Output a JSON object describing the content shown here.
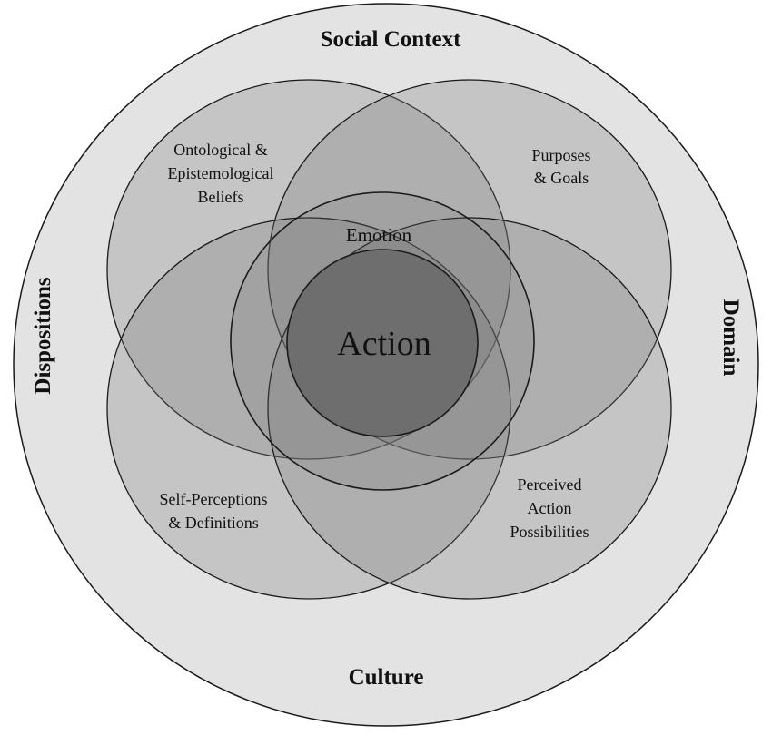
{
  "outer_labels": {
    "top": "Social Context",
    "left": "Dispositions",
    "right": "Domain",
    "bottom": "Culture"
  },
  "ellipses": {
    "top_left": [
      "Ontological &",
      "Epistemological",
      "Beliefs"
    ],
    "top_right": [
      "Purposes",
      "& Goals"
    ],
    "bottom_left": [
      "Self-Perceptions",
      "& Definitions"
    ],
    "bottom_right": [
      "Perceived",
      "Action",
      "Possibilities"
    ]
  },
  "emotion": "Emotion",
  "action": "Action",
  "colors": {
    "outer_fill": "#e3e3e3",
    "ellipse_fill": "#8a8a8a",
    "action_fill": "#6e6e6e",
    "stroke": "#1a1a1a"
  }
}
